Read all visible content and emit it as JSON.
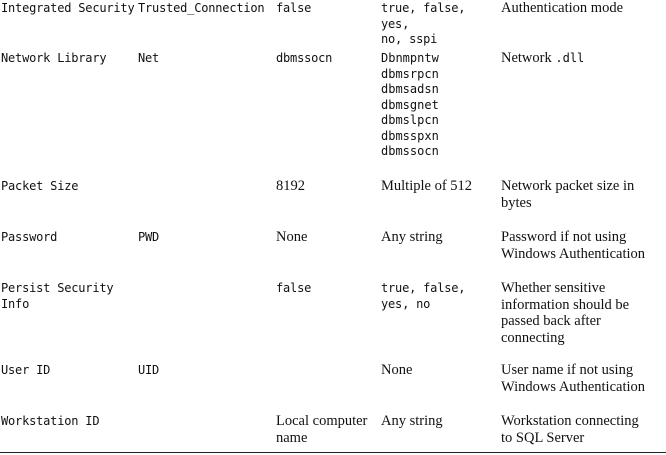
{
  "rows": [
    {
      "keyword": "Integrated Security",
      "alias": "Trusted_Connection",
      "default": "false",
      "values": "true, false, yes,\nno, sspi",
      "description": "Authentication mode"
    },
    {
      "keyword": "Network Library",
      "alias": "Net",
      "default": "dbmssocn",
      "values_list": [
        "Dbnmpntw",
        "dbmsrpcn",
        "dbmsadsn",
        "dbmsgnet",
        "dbmslpcn",
        "dbmsspxn",
        "dbmssocn"
      ],
      "description_prefix": "Network ",
      "description_code": ".dll"
    },
    {
      "keyword": "Packet Size",
      "alias": "",
      "default": "8192",
      "values": "Multiple of 512",
      "description": "Network packet size in\nbytes"
    },
    {
      "keyword": "Password",
      "alias": "PWD",
      "default": "None",
      "values": "Any string",
      "description": "Password if not using\nWindows Authentication"
    },
    {
      "keyword": "Persist Security\nInfo",
      "alias": "",
      "default": "false",
      "values": "true, false, yes, no",
      "description": "Whether sensitive\ninformation should be\npassed back after\nconnecting"
    },
    {
      "keyword": "User ID",
      "alias": "UID",
      "default": "",
      "values": "None",
      "description": "User name if not using\nWindows Authentication"
    },
    {
      "keyword": "Workstation ID",
      "alias": "",
      "default": "Local computer\nname",
      "values": "Any string",
      "description": "Workstation connecting\nto SQL Server"
    }
  ]
}
